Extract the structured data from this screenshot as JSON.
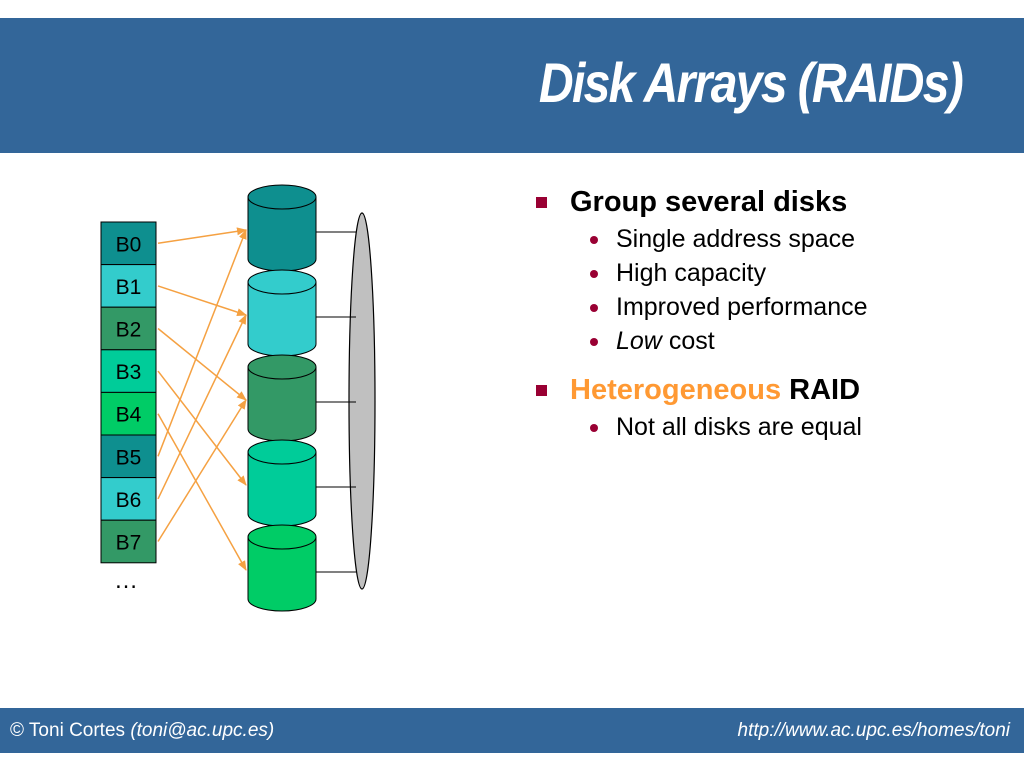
{
  "slide": {
    "title": "Disk Arrays (RAIDs)",
    "footer_left_name": "© Toni Cortes",
    "footer_left_email": "(toni@ac.upc.es)",
    "footer_right_url": "http://www.ac.upc.es/homes/toni"
  },
  "bullets": {
    "b1_title": "Group several disks",
    "b1_items": [
      "Single address space",
      "High capacity",
      "Improved performance"
    ],
    "b1_item4_em": "Low",
    "b1_item4_rest": " cost",
    "b2_title_colored": "Heterogeneous",
    "b2_title_rest": " RAID",
    "b2_items": [
      "Not all disks are equal"
    ],
    "accent_color": "#ff9933"
  },
  "diagram": {
    "blocks": [
      {
        "label": "B0",
        "color": "#0e8f8f"
      },
      {
        "label": "B1",
        "color": "#33cccc"
      },
      {
        "label": "B2",
        "color": "#339966"
      },
      {
        "label": "B3",
        "color": "#00cc99"
      },
      {
        "label": "B4",
        "color": "#00cc66"
      },
      {
        "label": "B5",
        "color": "#0e8f8f"
      },
      {
        "label": "B6",
        "color": "#33cccc"
      },
      {
        "label": "B7",
        "color": "#339966"
      }
    ],
    "ellipsis": "…",
    "disks": [
      {
        "color": "#0e8f8f"
      },
      {
        "color": "#33cccc"
      },
      {
        "color": "#339966"
      },
      {
        "color": "#00cc99"
      },
      {
        "color": "#00cc66"
      }
    ],
    "mapping": [
      0,
      1,
      2,
      3,
      4,
      0,
      1,
      2
    ],
    "arrow_color": "#f5a142",
    "bus_color": "#c0c0c0"
  }
}
